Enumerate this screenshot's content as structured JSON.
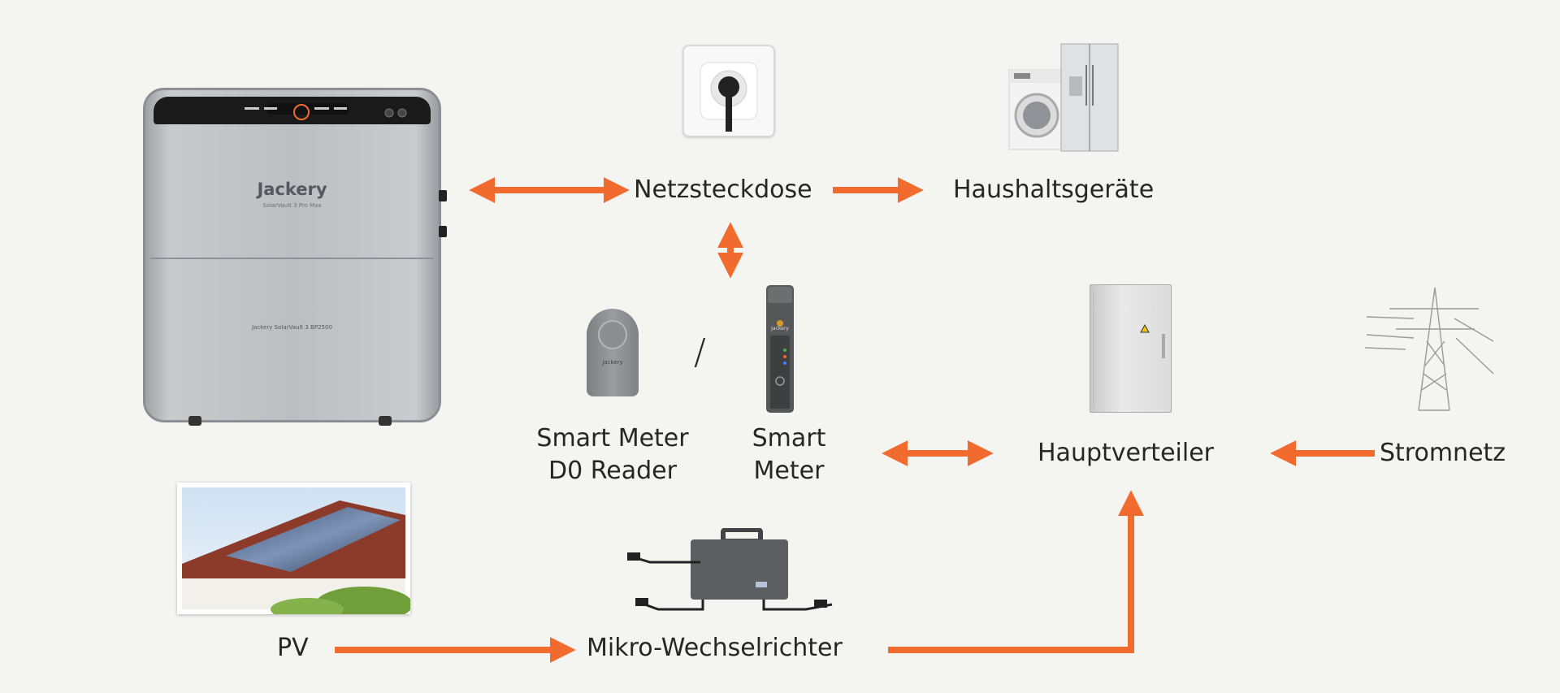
{
  "nodes": {
    "netzsteckdose": "Netzsteckdose",
    "haushaltsgeraete": "Haushaltsgeräte",
    "smart_meter_reader_line1": "Smart Meter",
    "smart_meter_reader_line2": "D0 Reader",
    "separator": "/",
    "smart_meter_line1": "Smart",
    "smart_meter_line2": "Meter",
    "hauptverteiler": "Hauptverteiler",
    "stromnetz": "Stromnetz",
    "pv": "PV",
    "mikro_wechselrichter": "Mikro-Wechselrichter"
  },
  "device_texts": {
    "battery_logo": "Jackery",
    "battery_model_top": "SolarVault 3 Pro Max",
    "battery_model_bottom": "Jackery SolarVault 3 BP2500",
    "reader_logo": "Jackery",
    "meter_logo": "Jackery"
  },
  "colors": {
    "arrow": "#f26b2e",
    "background": "#f4f4f1",
    "text": "#262626"
  },
  "icons": [
    "battery-icon",
    "wall-socket-icon",
    "appliances-icon",
    "smart-meter-reader-icon",
    "smart-meter-icon",
    "distribution-cabinet-icon",
    "power-pylon-icon",
    "solar-roof-photo",
    "micro-inverter-icon"
  ]
}
